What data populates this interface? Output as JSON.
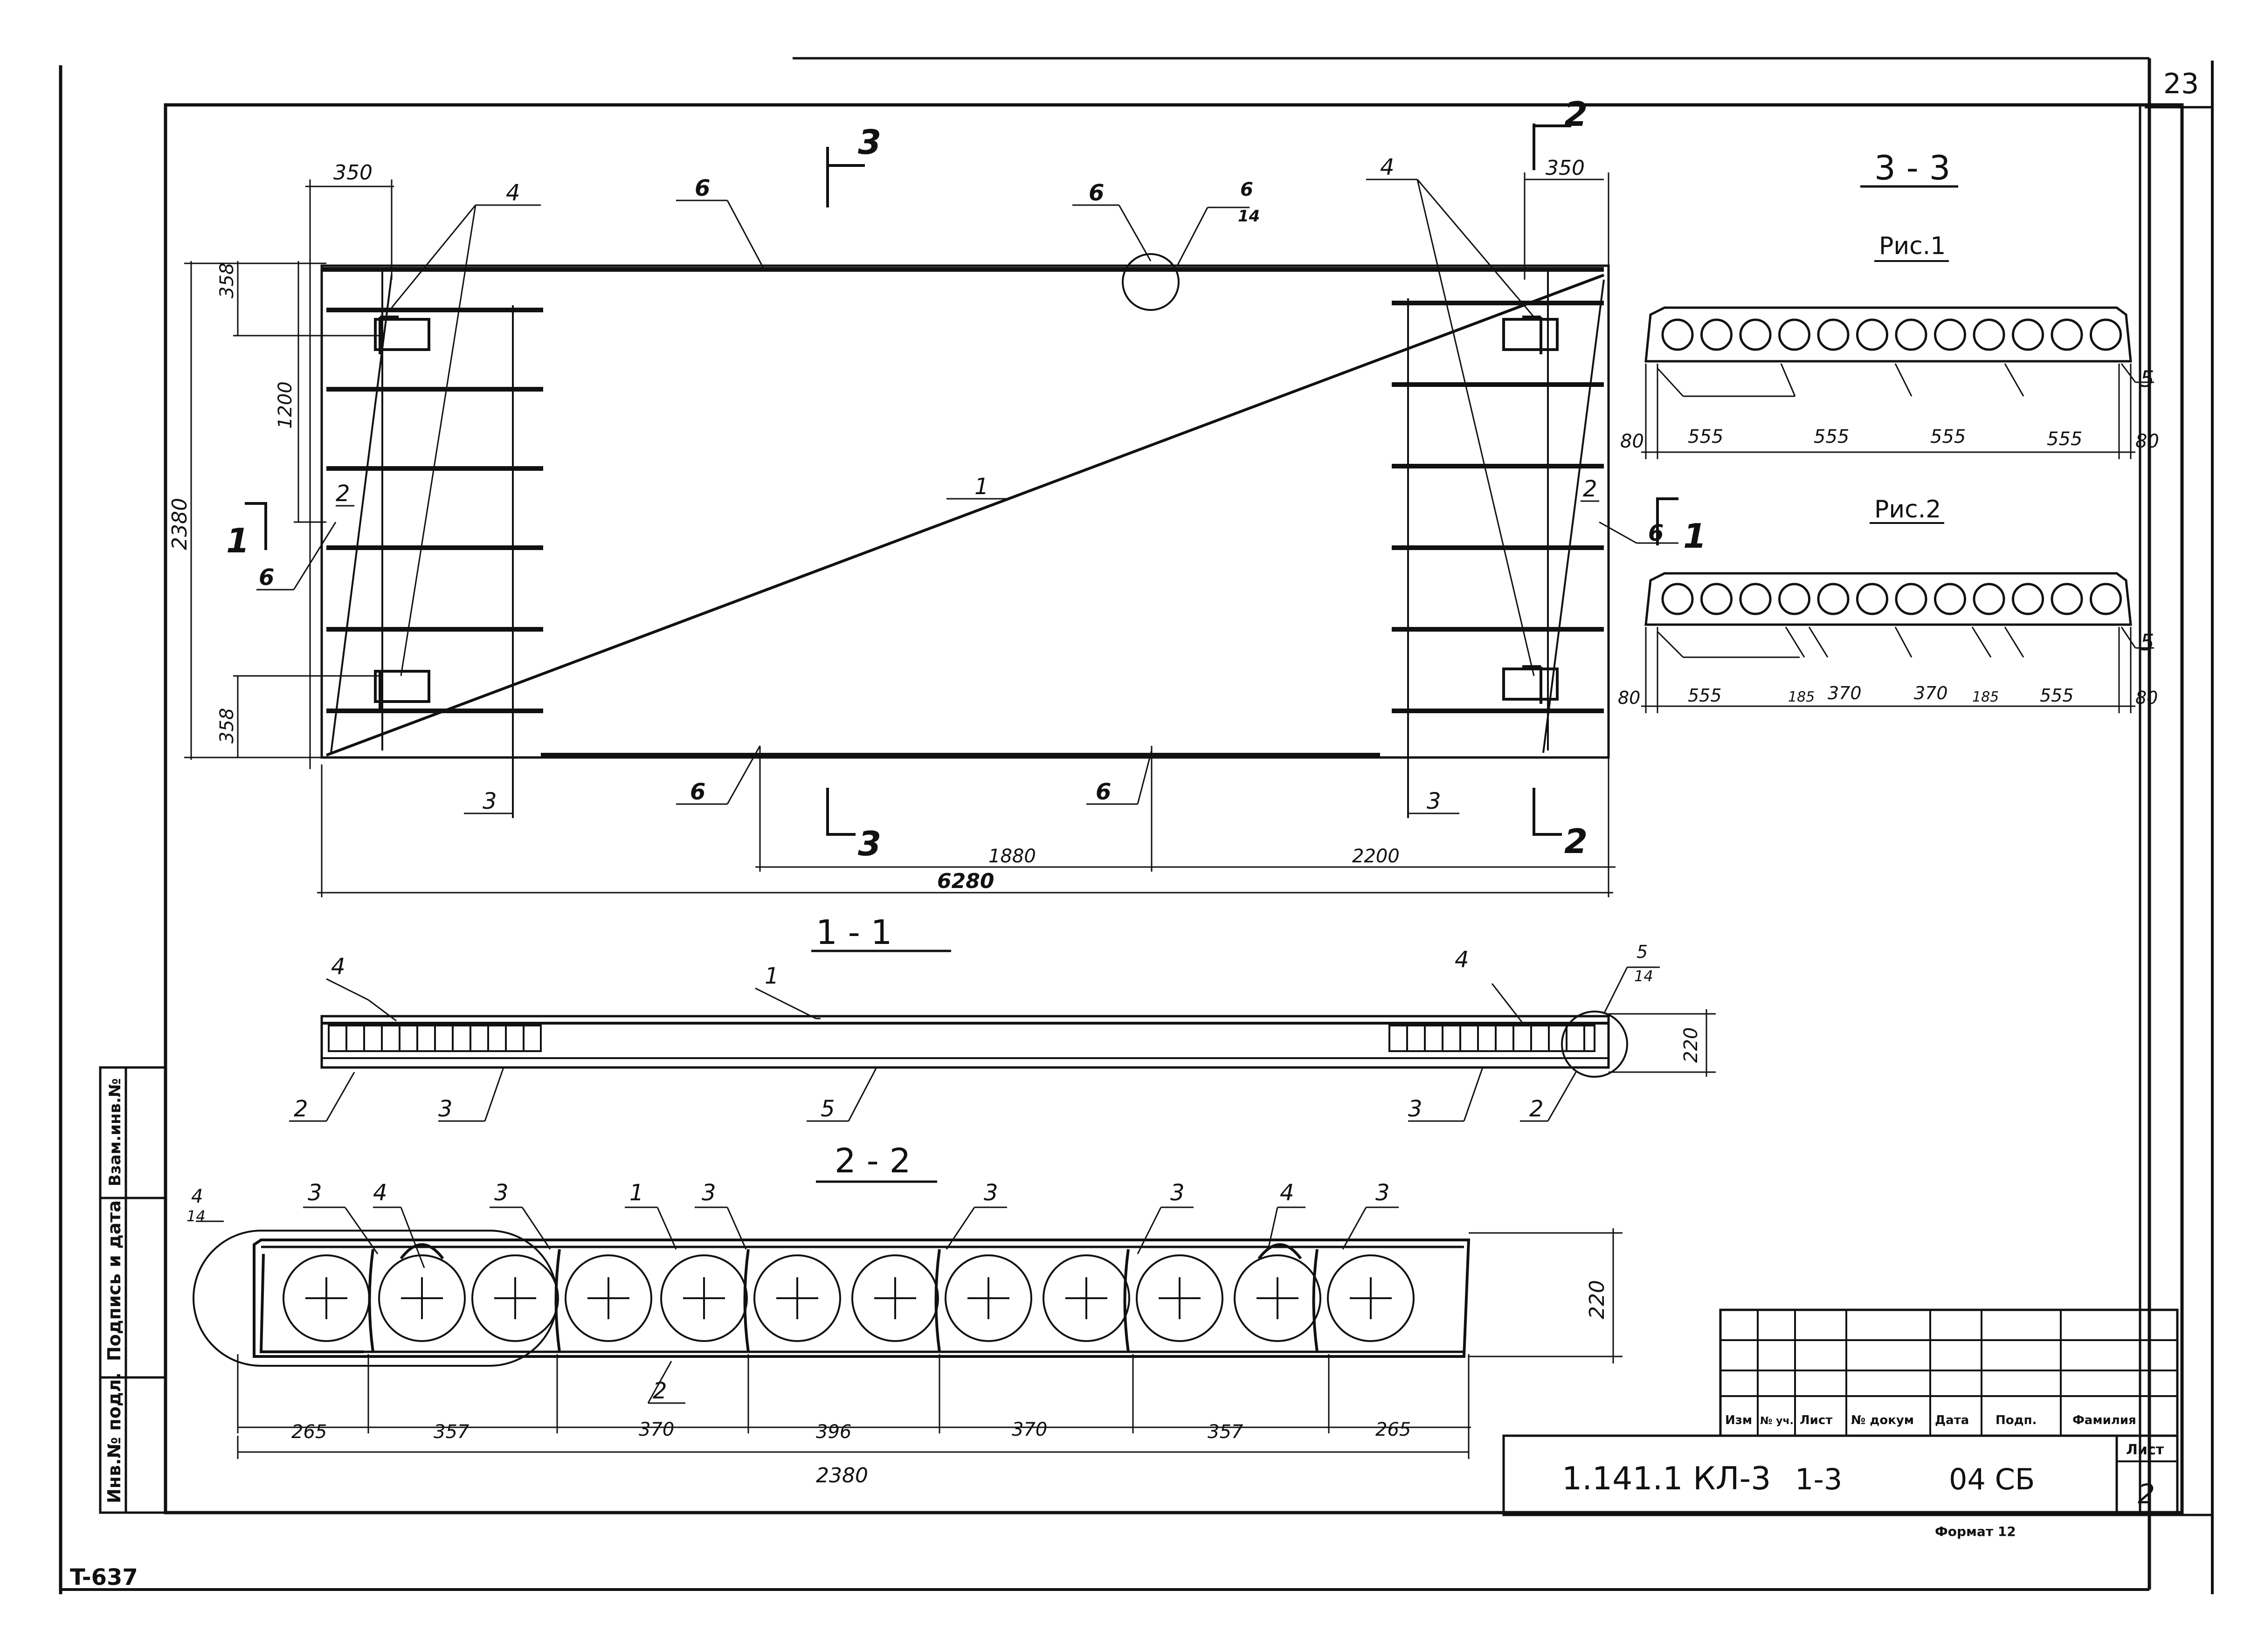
{
  "page_number": "23",
  "stamp_left": "T-637",
  "section_marks": {
    "s3": "3",
    "s2": "2",
    "s1": "1"
  },
  "plan": {
    "dims": {
      "top_left": "350",
      "top_right": "350",
      "left_358_top": "358",
      "left_358_bottom": "358",
      "left_1200": "1200",
      "left_2380": "2380",
      "bottom_1880": "1880",
      "bottom_2200": "2200",
      "bottom_total": "6280"
    },
    "callouts": {
      "c1": "1",
      "c2": "2",
      "c3": "3",
      "c4": "4",
      "c6": "6",
      "c6_frac_num": "6",
      "c6_frac_den": "14"
    }
  },
  "section_3_3": {
    "title": "3 - 3",
    "fig1": {
      "title": "Рис.1",
      "dims": [
        "80",
        "555",
        "555",
        "555",
        "555",
        "80"
      ],
      "callout": "5"
    },
    "fig2": {
      "title": "Рис.2",
      "dims": [
        "80",
        "555",
        "185",
        "370",
        "370",
        "185",
        "555",
        "80"
      ],
      "callout": "5"
    }
  },
  "section_1_1": {
    "title": "1 - 1",
    "height_dim": "220",
    "callouts": {
      "c1": "1",
      "c2": "2",
      "c3": "3",
      "c4": "4",
      "c5": "5",
      "c5_frac_num": "5",
      "c5_frac_den": "14"
    }
  },
  "section_2_2": {
    "title": "2 - 2",
    "height_dim": "220",
    "dims": [
      "265",
      "357",
      "370",
      "396",
      "370",
      "357",
      "265"
    ],
    "total": "2380",
    "callouts": {
      "c1": "1",
      "c2": "2",
      "c3": "3",
      "c4": "4",
      "c4_frac_num": "4",
      "c4_frac_den": "14"
    }
  },
  "side_stamp": {
    "row1": "Взам.инв.№",
    "row2": "Подпись и дата",
    "row3": "Инв.№ подл."
  },
  "title_block": {
    "headers": {
      "izm": "Изм",
      "no_uch": "№ уч.",
      "list": "Лист",
      "no_dokum": "№ докум",
      "data": "Дата",
      "podp": "Подп.",
      "familiya": "Фамилия"
    },
    "doc_code": "1.141.1 КЛ-3",
    "doc_part": "1-3",
    "doc_suffix": "04 СБ",
    "sheet_label": "Лист",
    "sheet_number": "2",
    "format_label": "Формат 12"
  }
}
